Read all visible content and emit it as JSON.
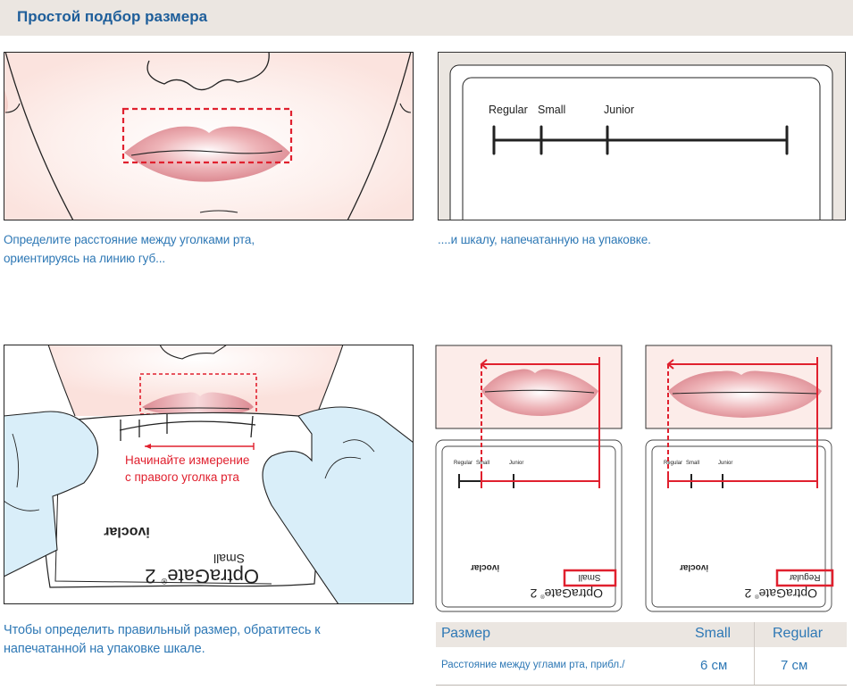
{
  "header": {
    "title": "Простой подбор размера"
  },
  "colors": {
    "accent_blue": "#2e78b5",
    "title_blue": "#1e5e9a",
    "measure_red": "#e0202e",
    "band_beige": "#ebe6e1",
    "glove_blue": "#d9eef9",
    "skin": "#fbe9e6"
  },
  "panels": {
    "step1": {
      "caption_line1": "Определите расстояние между уголками рта,",
      "caption_line2": "ориентируясь на линию губ..."
    },
    "step2": {
      "caption": "....и шкалу, напечатанную на упаковке.",
      "scale_labels": [
        "Regular",
        "Small",
        "Junior"
      ]
    },
    "step3": {
      "annotation_line1": "Начинайте измерение",
      "annotation_line2": "с правого уголка рта",
      "package_brand": "ivoclar",
      "package_product": "OptraGate",
      "package_product_suffix": "2",
      "package_size": "Small",
      "caption_line1": "Чтобы определить правильный размер, обратитесь к",
      "caption_line2": "напечатанной на упаковке шкале."
    },
    "example_small": {
      "scale_labels": [
        "Regular",
        "Small",
        "Junior"
      ],
      "package_brand": "ivoclar",
      "package_product": "OptraGate",
      "package_product_suffix": "2",
      "highlighted_size": "Small"
    },
    "example_regular": {
      "scale_labels": [
        "Regular",
        "Small",
        "Junior"
      ],
      "package_brand": "ivoclar",
      "package_product": "OptraGate",
      "package_product_suffix": "2",
      "highlighted_size": "Regular"
    }
  },
  "size_table": {
    "header": {
      "label": "Размер",
      "col1": "Small",
      "col2": "Regular"
    },
    "rows": [
      {
        "label": "Расстояние между углами рта, прибл./",
        "col1": "6 см",
        "col2": "7 см"
      }
    ]
  }
}
